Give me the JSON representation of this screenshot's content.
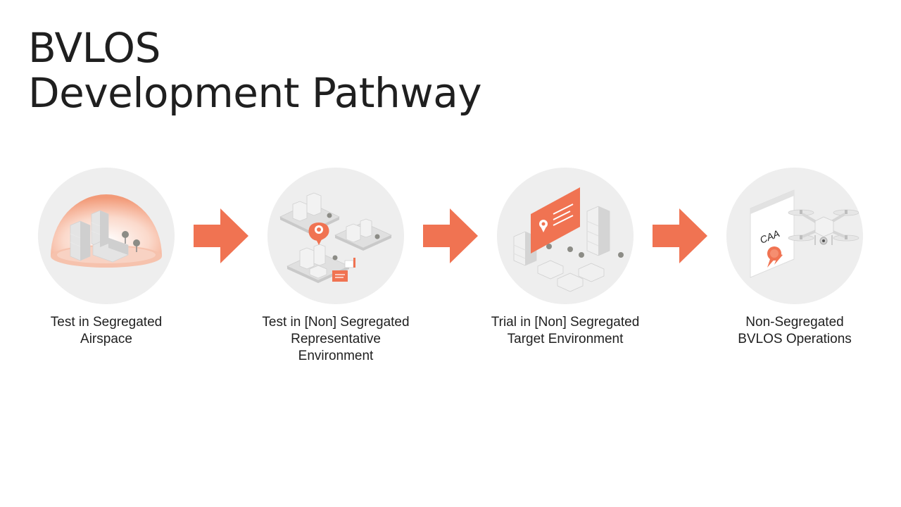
{
  "title": {
    "line1": "BVLOS",
    "line2": "Development Pathway"
  },
  "colors": {
    "accent": "#f07352",
    "circle_bg": "#eeeeee",
    "text": "#1f1f1f"
  },
  "steps": [
    {
      "caption": [
        "Test in Segregated",
        "Airspace"
      ],
      "icon": "segregated-airspace-dome-icon"
    },
    {
      "caption": [
        "Test in [Non] Segregated",
        "Representative",
        "Environment"
      ],
      "icon": "representative-environment-map-icon"
    },
    {
      "caption": [
        "Trial in [Non] Segregated",
        "Target Environment"
      ],
      "icon": "target-environment-city-icon"
    },
    {
      "caption": [
        "Non-Segregated",
        "BVLOS Operations"
      ],
      "icon": "caa-certificate-drone-icon"
    }
  ],
  "arrows": [
    "arrow-right-icon",
    "arrow-right-icon",
    "arrow-right-icon"
  ],
  "certificate_label": "CAA"
}
